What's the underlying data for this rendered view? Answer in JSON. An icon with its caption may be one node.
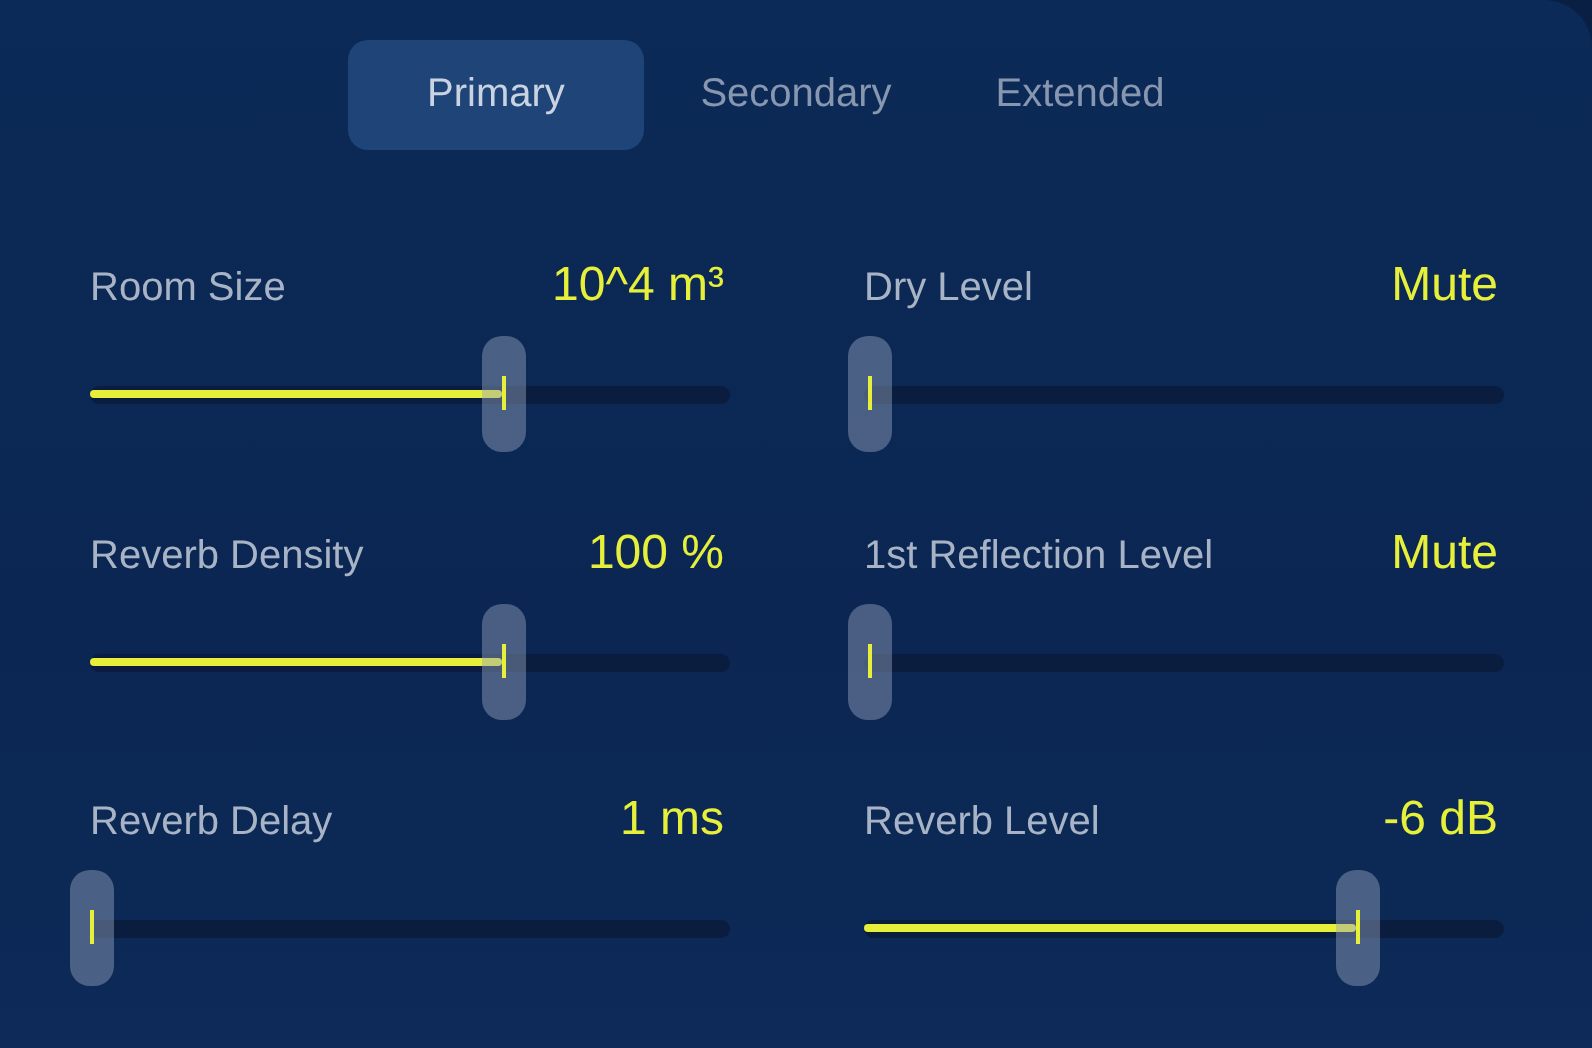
{
  "diagram": {
    "labels": [
      "Primary",
      "Secondary",
      "Extended",
      "Room Size",
      "10^4 m³",
      "Dry Level",
      "Mute",
      "Reverb Density",
      "100 %",
      "1st Reflection Level",
      "Mute",
      "Reverb Delay",
      "1 ms",
      "Reverb Level",
      "-6 dB"
    ]
  }
}
